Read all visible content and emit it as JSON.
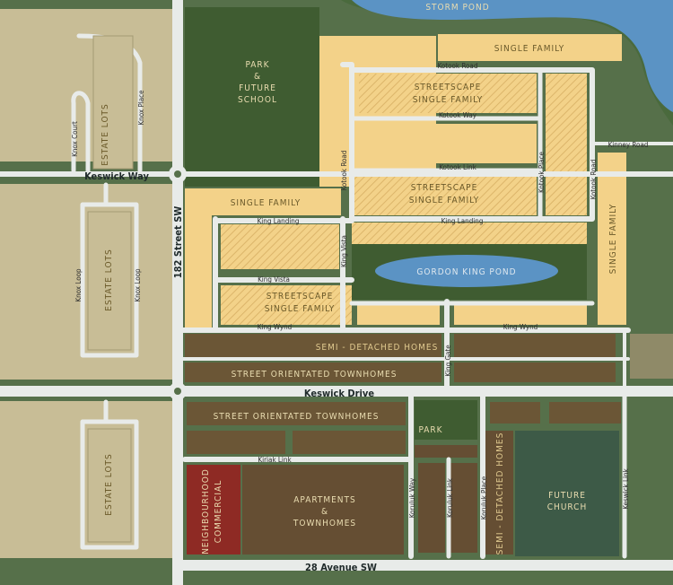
{
  "colors": {
    "green": "#4f6c3e",
    "dark_green": "#3f5c31",
    "tan": "#c8bd96",
    "yellow": "#f3d289",
    "brown": "#6b5636",
    "dark_brown": "#654e33",
    "red": "#8e2a24",
    "church_green": "#3d5a47",
    "water": "#5b93c4",
    "road": "#e8ebe9"
  },
  "labels": {
    "storm_pond": "STORM POND",
    "park_school_1": "PARK",
    "park_school_2": "&",
    "park_school_3": "FUTURE",
    "park_school_4": "SCHOOL",
    "single_family_top": "SINGLE FAMILY",
    "single_family_left": "SINGLE FAMILY",
    "single_family_right": "SINGLE FAMILY",
    "streetscape_1a": "STREETSCAPE",
    "streetscape_1b": "SINGLE FAMILY",
    "streetscape_2a": "STREETSCAPE",
    "streetscape_2b": "SINGLE FAMILY",
    "streetscape_3a": "STREETSCAPE",
    "streetscape_3b": "SINGLE FAMILY",
    "gordon_king_pond": "GORDON KING POND",
    "semi_detached_1": "SEMI - DETACHED HOMES",
    "semi_detached_2": "SEMI - DETACHED HOMES",
    "townhomes_1": "STREET ORIENTATED TOWNHOMES",
    "townhomes_2": "STREET ORIENTATED TOWNHOMES",
    "estate_1": "ESTATE LOTS",
    "estate_2": "ESTATE LOTS",
    "estate_3": "ESTATE LOTS",
    "park": "PARK",
    "neighbourhood_1": "NEIGHBOURHOOD",
    "neighbourhood_2": "COMMERCIAL",
    "apartments_1": "APARTMENTS",
    "apartments_2": "&",
    "apartments_3": "TOWNHOMES",
    "future_church_1": "FUTURE",
    "future_church_2": "CHURCH"
  },
  "roads": {
    "kotook_road_top": "Kotook Road",
    "kotook_way": "Kotook Way",
    "kotook_link": "Kotook Link",
    "kinney_road": "Kinney Road",
    "kotook_road_left": "Kotook Road",
    "kotook_place": "Kotook Place",
    "kotook_road_right": "Kotook Road",
    "king_landing_1": "King Landing",
    "king_landing_2": "King Landing",
    "king_vista_1": "King Vista",
    "king_vista_2": "King Vista",
    "king_wynd_1": "King Wynd",
    "king_wynd_2": "King Wynd",
    "king_gate": "King Gate",
    "keswick_way": "Keswick Way",
    "keswick_drive": "Keswick Drive",
    "street_182": "182 Street SW",
    "knox_court": "Knox Court",
    "knox_place": "Knox Place",
    "knox_loop_1": "Knox Loop",
    "knox_loop_2": "Knox Loop",
    "kiriak_link": "Kiriak Link",
    "koruluk_way": "Koruluk Way",
    "koruluk_link": "Koruluk Link",
    "koruluk_place": "Koruluk Place",
    "keswick_link": "Keswick Link",
    "avenue_28": "28 Avenue SW"
  }
}
